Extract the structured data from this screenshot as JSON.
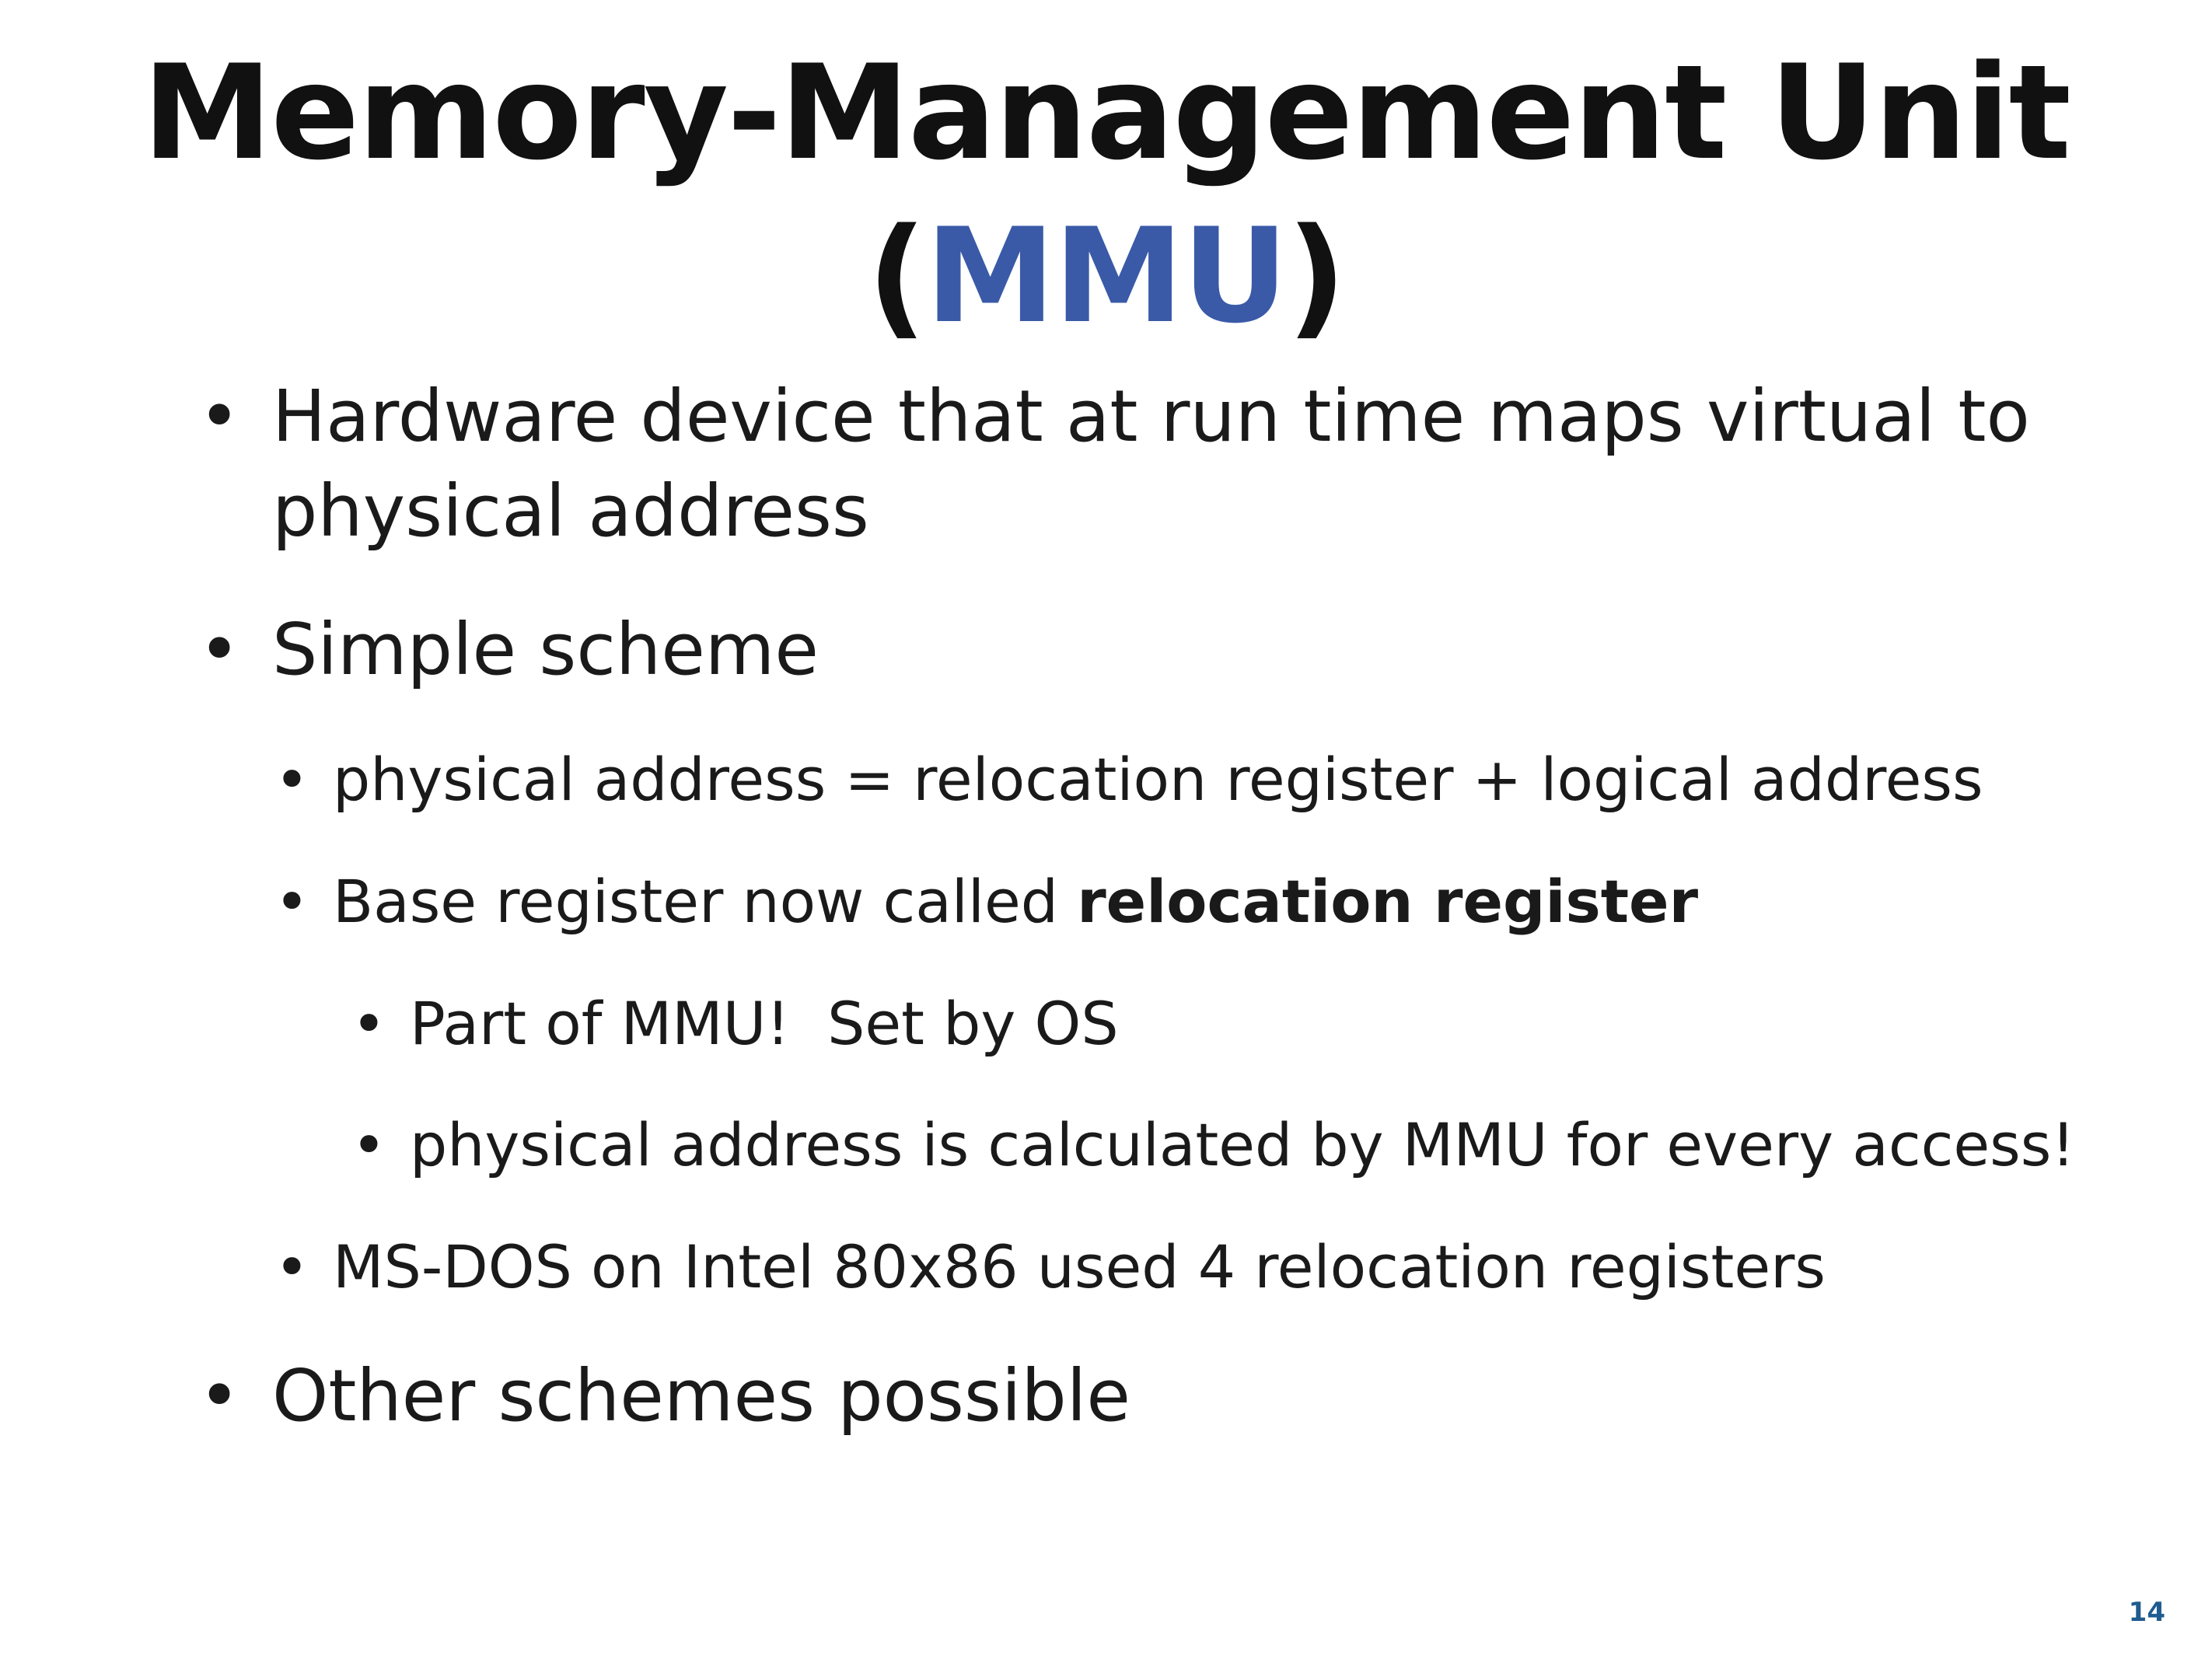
{
  "title": {
    "line1": "Memory-Management Unit",
    "line2_open": "(",
    "line2_accent": "MMU",
    "line2_close": ")"
  },
  "bullets": {
    "b1_line1": "Hardware device that at run time maps virtual to",
    "b1_line2": "physical address",
    "b2": "Simple scheme",
    "b2_1": "physical address = relocation register + logical address",
    "b2_2_prefix": "Base register now called ",
    "b2_2_bold": "relocation register",
    "b2_2_1": "Part of MMU!  Set by OS",
    "b2_2_2": "physical address is calculated by MMU for every access!",
    "b2_3": "MS-DOS on Intel 80x86 used 4 relocation registers",
    "b3": "Other schemes possible",
    "dot": "•"
  },
  "page_number": "14",
  "colors": {
    "accent": "#3a5aa8",
    "text": "#111111",
    "page_number": "#1f5c8f"
  }
}
